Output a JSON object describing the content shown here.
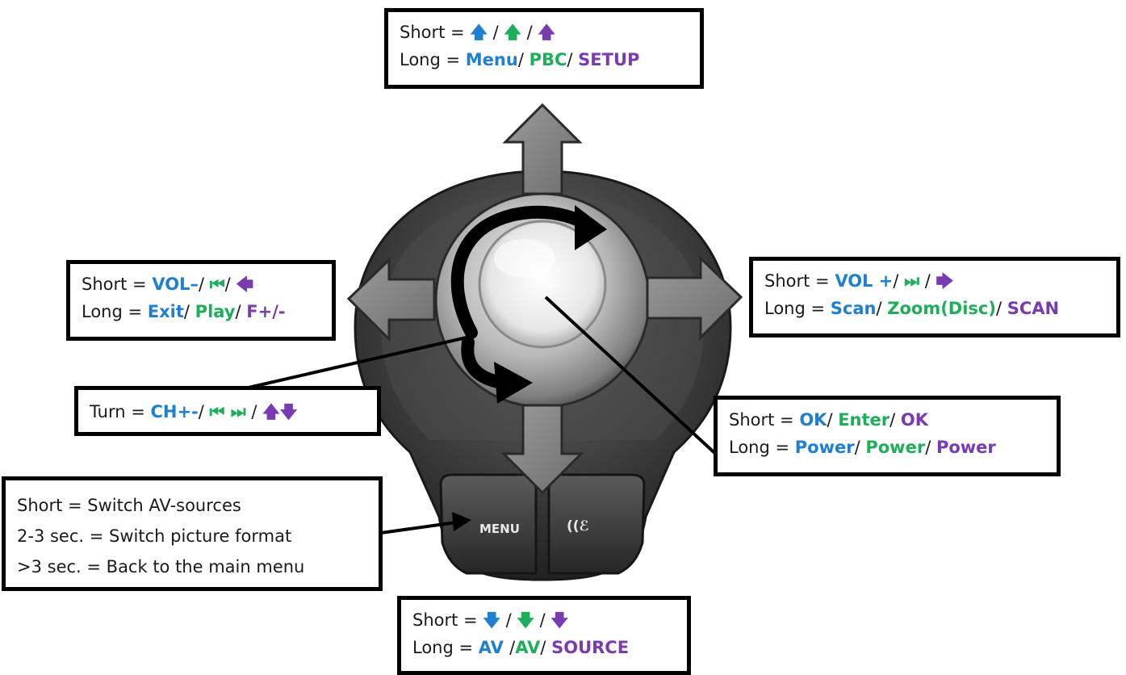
{
  "up_box": {
    "short_prefix": "Short = ",
    "short_parts": [
      {
        "text": "🡅",
        "color": "blue"
      },
      {
        "text": " / ",
        "color": "black"
      },
      {
        "text": "🡅",
        "color": "green"
      },
      {
        "text": " / ",
        "color": "black"
      },
      {
        "text": "🡅",
        "color": "purple"
      }
    ],
    "long_prefix": "Long = ",
    "long_parts": [
      {
        "text": "Menu",
        "color": "blue"
      },
      {
        "text": "/ ",
        "color": "black"
      },
      {
        "text": "PBC",
        "color": "green"
      },
      {
        "text": "/ ",
        "color": "black"
      },
      {
        "text": "SETUP",
        "color": "purple"
      }
    ]
  },
  "left_box": {
    "short_prefix": "Short = ",
    "short_parts": [
      {
        "text": "VOL–",
        "color": "blue"
      },
      {
        "text": "/ ",
        "color": "black"
      },
      {
        "text": "⏮",
        "color": "green"
      },
      {
        "text": "/ ",
        "color": "black"
      },
      {
        "text": "🡄",
        "color": "purple"
      }
    ],
    "long_prefix": "Long = ",
    "long_parts": [
      {
        "text": "Exit",
        "color": "blue"
      },
      {
        "text": "/ ",
        "color": "black"
      },
      {
        "text": "Play",
        "color": "green"
      },
      {
        "text": "/ ",
        "color": "black"
      },
      {
        "text": "F+/-",
        "color": "purple"
      }
    ]
  },
  "right_box": {
    "short_prefix": "Short = ",
    "short_parts": [
      {
        "text": "VOL +",
        "color": "blue"
      },
      {
        "text": "/ ",
        "color": "black"
      },
      {
        "text": "⏭",
        "color": "green"
      },
      {
        "text": " / ",
        "color": "black"
      },
      {
        "text": "🡆",
        "color": "purple"
      }
    ],
    "long_prefix": "Long = ",
    "long_parts": [
      {
        "text": "Scan",
        "color": "blue"
      },
      {
        "text": "/ ",
        "color": "black"
      },
      {
        "text": "Zoom(Disc)",
        "color": "green"
      },
      {
        "text": "/ ",
        "color": "black"
      },
      {
        "text": "SCAN",
        "color": "purple"
      }
    ]
  },
  "turn_box": {
    "prefix": "Turn = ",
    "parts": [
      {
        "text": "CH+-",
        "color": "blue"
      },
      {
        "text": "/ ",
        "color": "black"
      },
      {
        "text": "⏮ ⏭",
        "color": "green"
      },
      {
        "text": " / ",
        "color": "black"
      },
      {
        "text": "🡅🡇",
        "color": "purple"
      }
    ]
  },
  "press_box": {
    "short_prefix": "Short = ",
    "short_parts": [
      {
        "text": "OK",
        "color": "blue"
      },
      {
        "text": "/ ",
        "color": "black"
      },
      {
        "text": "Enter",
        "color": "green"
      },
      {
        "text": "/ ",
        "color": "black"
      },
      {
        "text": "OK",
        "color": "purple"
      }
    ],
    "long_prefix": "Long = ",
    "long_parts": [
      {
        "text": "Power",
        "color": "blue"
      },
      {
        "text": "/ ",
        "color": "black"
      },
      {
        "text": "Power",
        "color": "green"
      },
      {
        "text": "/ ",
        "color": "black"
      },
      {
        "text": "Power",
        "color": "purple"
      }
    ]
  },
  "menu_box": {
    "lines": [
      "Short = Switch AV-sources",
      "2-3 sec. = Switch picture format",
      ">3 sec. = Back to the main menu"
    ]
  },
  "down_box": {
    "short_prefix": "Short = ",
    "short_parts": [
      {
        "text": "🡇",
        "color": "blue"
      },
      {
        "text": " / ",
        "color": "black"
      },
      {
        "text": "🡇",
        "color": "green"
      },
      {
        "text": " / ",
        "color": "black"
      },
      {
        "text": "🡇",
        "color": "purple"
      }
    ],
    "long_prefix": "Long = ",
    "long_parts": [
      {
        "text": "AV ",
        "color": "blue"
      },
      {
        "text": "/",
        "color": "black"
      },
      {
        "text": "AV",
        "color": "green"
      },
      {
        "text": "/ ",
        "color": "black"
      },
      {
        "text": "SOURCE",
        "color": "purple"
      }
    ]
  },
  "controller": {
    "menu_key_label": "MENU",
    "voice_key_label": "((ℰ"
  },
  "colors": {
    "blue": "#1f7fd0",
    "green": "#1fae5a",
    "purple": "#7a3ab0",
    "black": "#1a1a1a"
  }
}
